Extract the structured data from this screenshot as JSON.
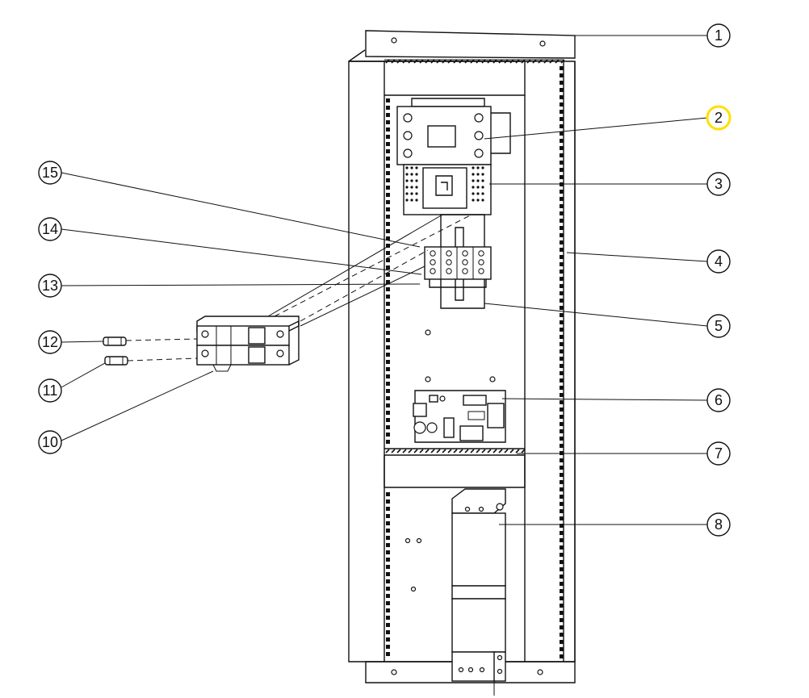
{
  "callouts": [
    {
      "id": "1",
      "label": "1",
      "highlight": false
    },
    {
      "id": "2",
      "label": "2",
      "highlight": true
    },
    {
      "id": "3",
      "label": "3",
      "highlight": false
    },
    {
      "id": "4",
      "label": "4",
      "highlight": false
    },
    {
      "id": "5",
      "label": "5",
      "highlight": false
    },
    {
      "id": "6",
      "label": "6",
      "highlight": false
    },
    {
      "id": "7",
      "label": "7",
      "highlight": false
    },
    {
      "id": "8",
      "label": "8",
      "highlight": false
    },
    {
      "id": "10",
      "label": "10",
      "highlight": false
    },
    {
      "id": "11",
      "label": "11",
      "highlight": false
    },
    {
      "id": "12",
      "label": "12",
      "highlight": false
    },
    {
      "id": "13",
      "label": "13",
      "highlight": false
    },
    {
      "id": "14",
      "label": "14",
      "highlight": false
    },
    {
      "id": "15",
      "label": "15",
      "highlight": false
    }
  ],
  "colors": {
    "line": "#111111",
    "highlight": "#ffe000",
    "background": "#ffffff"
  }
}
